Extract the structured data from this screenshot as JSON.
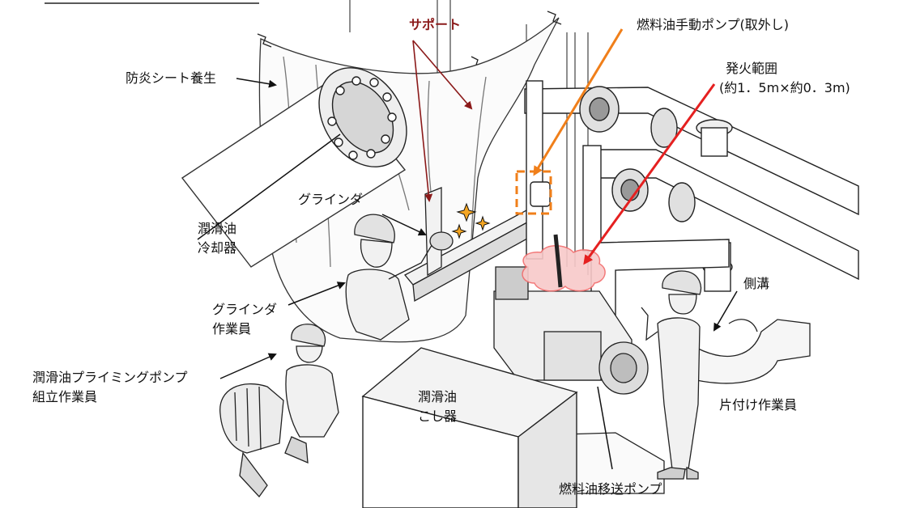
{
  "labels": {
    "support": "サポート",
    "fireproof_sheet": "防炎シート養生",
    "fuel_hand_pump": "燃料油手動ポンプ(取外し)",
    "ignition_range_1": "発火範囲",
    "ignition_range_2": "(約1．5m×約0．3m)",
    "grinder": "グラインダ",
    "lube_cooler_1": "潤滑油",
    "lube_cooler_2": "冷却器",
    "grinder_worker_1": "グラインダ",
    "grinder_worker_2": "作業員",
    "priming_pump_worker_1": "潤滑油プライミングポンプ",
    "priming_pump_worker_2": "組立作業員",
    "lube_strainer_1": "潤滑油",
    "lube_strainer_2": "こし器",
    "side_ditch": "側溝",
    "cleanup_worker": "片付け作業員",
    "fuel_transfer_pump": "燃料油移送ポンプ"
  },
  "colors": {
    "support_arrow": "#8b1a1a",
    "fuel_pump_marker": "#f07f1a",
    "ignition_marker": "#e52020",
    "fire_zone": "#f26b6b"
  }
}
